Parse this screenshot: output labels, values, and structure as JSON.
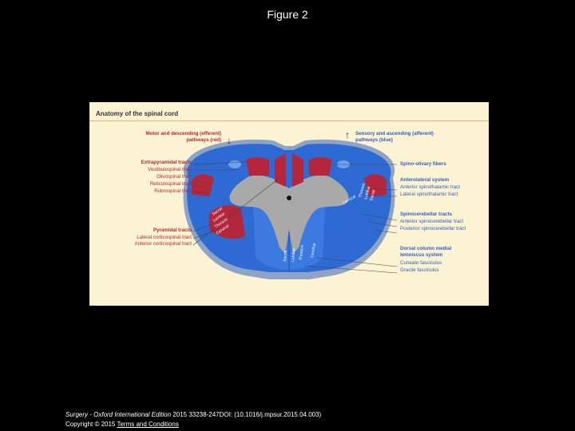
{
  "slide": {
    "title": "Figure 2"
  },
  "figure": {
    "title": "Anatomy of the spinal cord",
    "motor_heading": [
      "Motor and descending (efferent)",
      "pathways (red)"
    ],
    "sensory_heading": [
      "Sensory and ascending (afferent)",
      "pathways (blue)"
    ],
    "left_labels": {
      "extrapyramidal": "Extrapyramidal tracts",
      "vestibulospinal": "Vestibulospinal tract",
      "olivospinal": "Olivospinal tract",
      "reticulospinal": "Reticulospinal tract",
      "rubrospinal": "Rubrospinal tract",
      "pyramidal": "Pyramidal tracts",
      "lateral_corticospinal": "Lateral corticospinal tract",
      "anterior_corticospinal": "Anterior corticospinal tract"
    },
    "right_labels": {
      "spino_olivary": "Spino-olivary fibers",
      "anterolateral": "Anterolateral system",
      "anterior_spinothalamic": "Anterior spinothalamic tract",
      "lateral_spinothalamic": "Lateral spinothalamic tract",
      "spinocerebellar": "Spinocerebellar tracts",
      "anterior_spinocerebellar": "Anterior spinocerebellar tract",
      "posterior_spinocerebellar": "Posterior spinocerebellar tract",
      "dorsal_column": [
        "Dorsal column medial",
        "lemniscus system"
      ],
      "cuneate": "Cuneate fasciculus",
      "gracile": "Gracile fasciculus"
    },
    "inner_labels": {
      "left_pyramidal": [
        "Sacral",
        "Lumbar",
        "Thoracic",
        "Cervical"
      ],
      "right_sensory": [
        "Cervical",
        "Thoracic",
        "Lumbar",
        "Sacral"
      ],
      "dorsal": [
        "Sacral",
        "Lumbar",
        "Thoracic",
        "Cervical"
      ]
    },
    "colors": {
      "motor": "#b3263c",
      "sensory": "#2f66c9",
      "grey_matter": "#aaaaaa",
      "background": "#fbf3d2"
    }
  },
  "citation": {
    "journal": "Surgery - Oxford International Edition",
    "details": "2015 33238-247DOI: (10.1016/j.mpsur.2015.04.003)",
    "copyright": "Copyright © 2015",
    "terms_link": "Terms and Conditions"
  }
}
